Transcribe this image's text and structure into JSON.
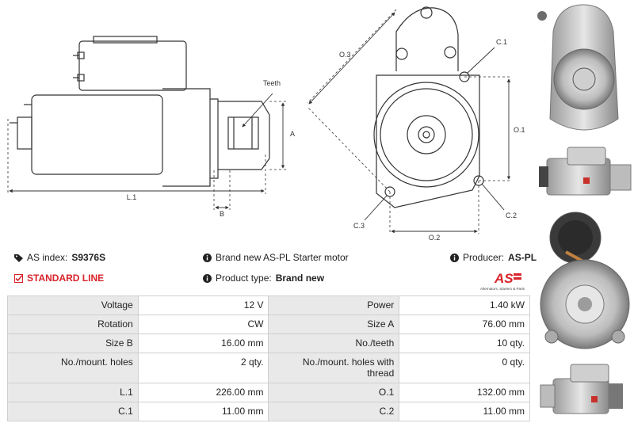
{
  "diagram": {
    "labels": {
      "teeth": "Teeth",
      "a": "A",
      "b": "B",
      "l1": "L.1",
      "o1": "O.1",
      "o2": "O.2",
      "o3": "O.3",
      "c1": "C.1",
      "c2": "C.2",
      "c3": "C.3"
    }
  },
  "info": {
    "as_index_label": "AS index:",
    "as_index_value": "S9376S",
    "standard_line": "STANDARD LINE",
    "description": "Brand new AS-PL Starter motor",
    "product_type_label": "Product type:",
    "product_type_value": "Brand new",
    "producer_label": "Producer:",
    "producer_value": "AS-PL"
  },
  "brand": {
    "logo_text": "AS",
    "tagline": "Alternators, Starters & Parts",
    "color": "#d8232a"
  },
  "specs": [
    {
      "k1": "Voltage",
      "v1": "12 V",
      "k2": "Power",
      "v2": "1.40 kW"
    },
    {
      "k1": "Rotation",
      "v1": "CW",
      "k2": "Size A",
      "v2": "76.00 mm"
    },
    {
      "k1": "Size B",
      "v1": "16.00 mm",
      "k2": "No./teeth",
      "v2": "10 qty."
    },
    {
      "k1": "No./mount. holes",
      "v1": "2 qty.",
      "k2": "No./mount. holes with thread",
      "v2": "0 qty."
    },
    {
      "k1": "L.1",
      "v1": "226.00 mm",
      "k2": "O.1",
      "v2": "132.00 mm"
    },
    {
      "k1": "C.1",
      "v1": "11.00 mm",
      "k2": "C.2",
      "v2": "11.00 mm"
    }
  ]
}
